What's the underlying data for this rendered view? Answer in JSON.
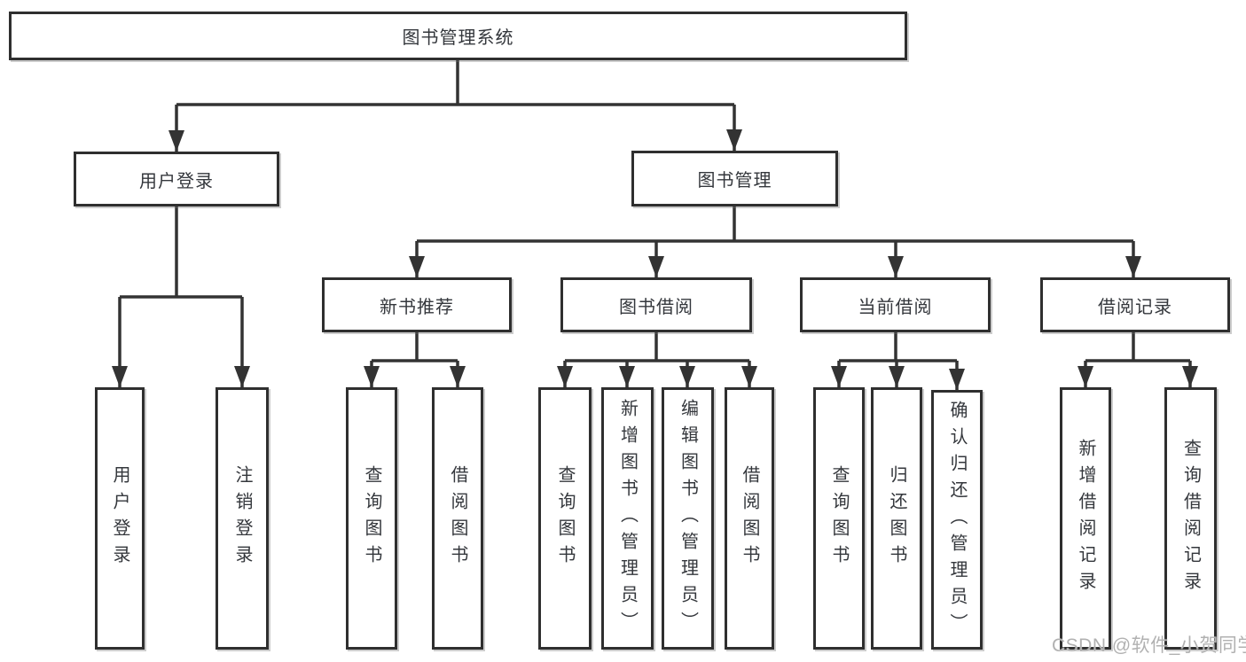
{
  "diagram": {
    "title": "图书管理系统",
    "watermark": "CSDN @软件_小贺同学",
    "colors": {
      "line": "#333333",
      "box_border": "#2f2f2f",
      "box_fill": "#ffffff",
      "text": "#34373c",
      "watermark": "#b1b1b1"
    },
    "nodes": {
      "root": {
        "label": "图书管理系统"
      },
      "login": {
        "label": "用户登录"
      },
      "manage": {
        "label": "图书管理"
      },
      "recommend": {
        "label": "新书推荐"
      },
      "borrow": {
        "label": "图书借阅"
      },
      "current": {
        "label": "当前借阅"
      },
      "records": {
        "label": "借阅记录"
      },
      "login_user": {
        "label": "用户登录"
      },
      "login_logout": {
        "label": "注销登录"
      },
      "rec_query": {
        "label": "查询图书"
      },
      "rec_borrow": {
        "label": "借阅图书"
      },
      "borrow_query": {
        "label": "查询图书"
      },
      "borrow_add": {
        "label": "新增图书（管理员）"
      },
      "borrow_edit": {
        "label": "编辑图书（管理员）"
      },
      "borrow_borrow": {
        "label": "借阅图书"
      },
      "cur_query": {
        "label": "查询图书"
      },
      "cur_return": {
        "label": "归还图书"
      },
      "cur_confirm": {
        "label": "确认归还（管理员）"
      },
      "records_add": {
        "label": "新增借阅记录"
      },
      "records_query": {
        "label": "查询借阅记录"
      }
    }
  }
}
